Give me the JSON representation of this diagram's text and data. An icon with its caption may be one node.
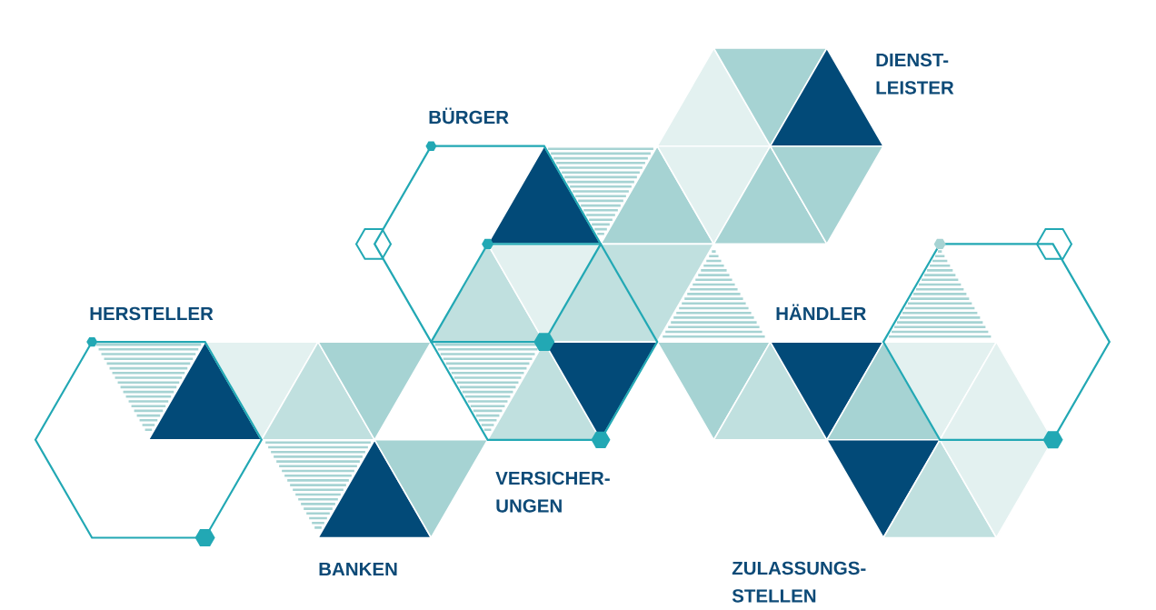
{
  "diagram": {
    "labels": [
      "DIENST- LEISTER",
      "BÜRGER",
      "HERSTELLER",
      "HÄNDLER",
      "VERSICHER- UNGEN",
      "BANKEN",
      "ZULASSUNGS- STELLEN"
    ]
  }
}
